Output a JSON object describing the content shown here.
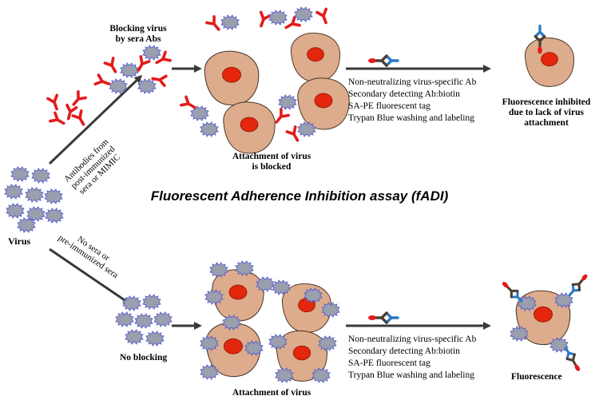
{
  "title": "Fluorescent Adherence Inhibition assay (fADI)",
  "labels": {
    "blocking_virus": [
      "Blocking virus",
      "by sera Abs"
    ],
    "attachment_blocked": [
      "Attachment of virus",
      "is blocked"
    ],
    "fluorescence_inhibited": [
      "Fluorescence inhibited",
      "due to lack of virus",
      "attachment"
    ],
    "virus": "Virus",
    "no_blocking": "No blocking",
    "attachment": "Attachment of virus",
    "fluorescence": "Fluorescence"
  },
  "arrow_labels": {
    "upper": [
      "Antibodies from",
      "post-immunized",
      "sera or MIMIC"
    ],
    "lower": [
      "No sera or",
      "pre-immunized sera"
    ]
  },
  "steps_top": [
    "Non-neutralizing virus-specific Ab",
    "Secondary detecting Ab:biotin",
    "SA-PE fluorescent tag",
    "Trypan Blue washing and labeling"
  ],
  "steps_bottom": [
    "Non-neutralizing virus-specific Ab",
    "Secondary detecting Ab:biotin",
    "SA-PE fluorescent tag",
    "Trypan Blue washing and labeling"
  ],
  "colors": {
    "antibody": "#e31b1b",
    "virus": "#9a9fae",
    "virus_outline": "#5a5ec9",
    "cell": "#dcac8c",
    "nucleus": "#e3260c",
    "arrow": "#3a3a3a",
    "detect_ab": "#2b78c4",
    "secondary_ab": "#4a4034",
    "tag": "#e31b1b"
  },
  "icons": [
    "virus-icon",
    "antibody-icon",
    "cell-icon",
    "detection-antibody-icon",
    "arrow-icon"
  ]
}
